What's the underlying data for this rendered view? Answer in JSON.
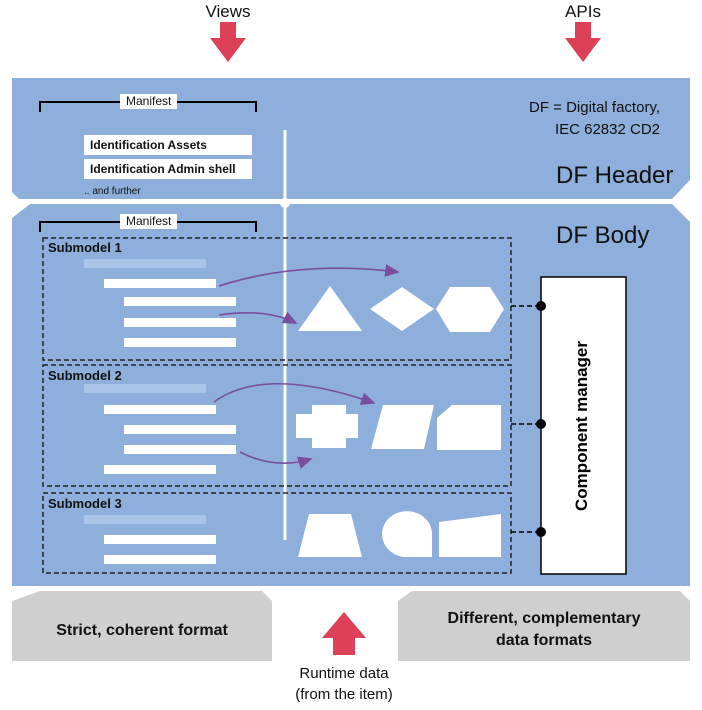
{
  "top_labels": {
    "views": "Views",
    "apis": "APIs"
  },
  "header": {
    "manifest_label": "Manifest",
    "id_assets": "Identification Assets",
    "id_admin_shell": "Identification Admin shell",
    "further": ".. and further",
    "df_note_line1": "DF = Digital factory,",
    "df_note_line2": "IEC 62832 CD2",
    "title": "DF Header"
  },
  "body": {
    "manifest_label": "Manifest",
    "title": "DF Body",
    "submodels": [
      {
        "title": "Submodel 1"
      },
      {
        "title": "Submodel 2"
      },
      {
        "title": "Submodel 3"
      }
    ],
    "component_manager": "Component manager"
  },
  "bottom": {
    "left": "Strict, coherent format",
    "right_line1": "Different, complementary",
    "right_line2": "data formats",
    "runtime_line1": "Runtime data",
    "runtime_line2": "(from the item)"
  },
  "colors": {
    "panel": "#8eaedb",
    "arrow_red": "#dc4157",
    "curve_purple": "#7a4e9c",
    "gray_trap": "#cfcfcf"
  }
}
